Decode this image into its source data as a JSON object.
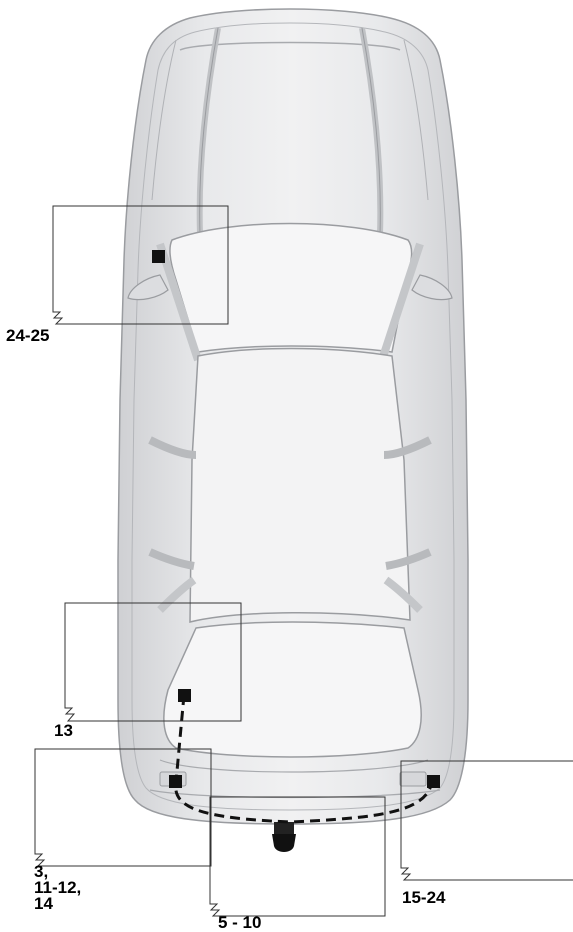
{
  "callouts": {
    "side_mirror": "24-25",
    "rear_left_upper": "13",
    "rear_left_lower": [
      "3,",
      "11-12,",
      "14"
    ],
    "rear_center": "5 - 10",
    "rear_right": "15-24"
  },
  "colors": {
    "car_body": "#e6e6e8",
    "car_shade": "#d0d1d4",
    "car_outline": "#9a9ca0",
    "marker": "#111111",
    "cable": "#111111",
    "callout_line": "#333333"
  }
}
